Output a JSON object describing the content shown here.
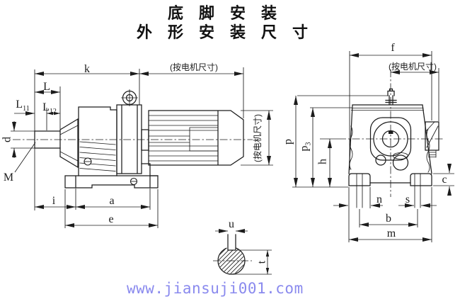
{
  "title": {
    "line1": "底脚安装",
    "line2": "外形安装尺寸"
  },
  "watermark": {
    "text": "www.jiansuji001.com",
    "color": "#8a8aee"
  },
  "colors": {
    "ink": "#1c1c1c",
    "background": "#ffffff"
  },
  "side_view": {
    "motor_length_note": "(按电机尺寸)",
    "motor_height_note": "(按电机尺寸)",
    "dim_k": "k",
    "dim_L": "L",
    "dim_L11_base": "L",
    "dim_L11_sub": "11",
    "dim_L12_base": "L",
    "dim_L12_sub": "12",
    "dim_d": "d",
    "dim_M": "M",
    "dim_i": "i",
    "dim_a": "a",
    "dim_e": "e"
  },
  "end_view": {
    "motor_width_note": "(按电机尺寸)",
    "dim_f": "f",
    "dim_p": "p",
    "dim_p3_base": "p",
    "dim_p3_sub": "3",
    "dim_h": "h",
    "dim_c": "c",
    "dim_n": "n",
    "dim_s": "s",
    "dim_b": "b",
    "dim_m": "m"
  },
  "shaft_section": {
    "dim_u": "u",
    "dim_t": "t"
  }
}
